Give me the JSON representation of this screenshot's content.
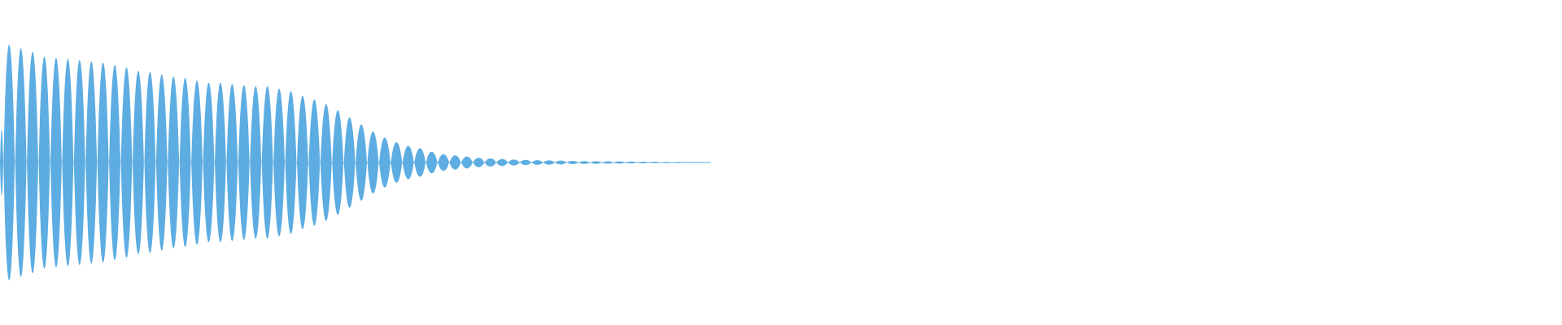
{
  "waveform": {
    "color": "#5dade2",
    "lobe_peaks": [
      0.99,
      0.96,
      0.93,
      0.89,
      0.88,
      0.87,
      0.86,
      0.85,
      0.84,
      0.82,
      0.8,
      0.77,
      0.76,
      0.74,
      0.72,
      0.71,
      0.69,
      0.67,
      0.67,
      0.66,
      0.65,
      0.64,
      0.64,
      0.62,
      0.6,
      0.56,
      0.53,
      0.49,
      0.44,
      0.38,
      0.32,
      0.26,
      0.21,
      0.17,
      0.14,
      0.12,
      0.09,
      0.07,
      0.06,
      0.05,
      0.04,
      0.035,
      0.03,
      0.025,
      0.022,
      0.02,
      0.018,
      0.016,
      0.014,
      0.012,
      0.011,
      0.01,
      0.009,
      0.008,
      0.007,
      0.006,
      0.005,
      0.005,
      0.004,
      0.004
    ],
    "baseline": 0.5,
    "visible_extent": 0.453
  }
}
